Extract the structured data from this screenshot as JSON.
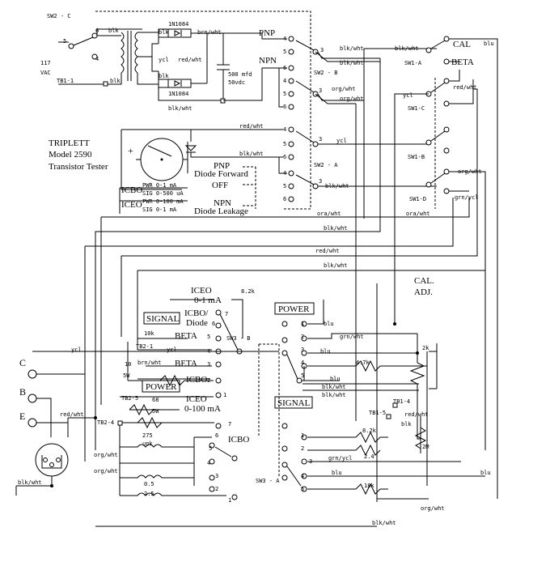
{
  "title": {
    "line1": "TRIPLETT",
    "line2": "Model 2590",
    "line3": "Transistor Tester"
  },
  "mains": {
    "volts": "117",
    "unit": "VAC",
    "switch": "SW2 - C",
    "terminal": "TB1-1"
  },
  "power_supply": {
    "diode_top": "1N1084",
    "diode_bottom": "1N1084",
    "capacitor": "500 mfd",
    "cap_voltage": "50vdc",
    "out_pnp": "PNP",
    "out_npn": "NPN",
    "sw_b": "SW2 - B",
    "sw_a": "SW2 - A"
  },
  "function_panel": {
    "pnp": "PNP",
    "diode_forward": "Diode Forward",
    "off": "OFF",
    "npn": "NPN",
    "diode_leakage": "Diode Leakage",
    "icbo_range_pwr": "PWR 0-1 mA",
    "icbo_range_sig": "SIG 0-500 uA",
    "iceo_range_pwr": "PWR 0-100 mA",
    "iceo_range_sig": "SIG 0-1 mA",
    "icbo": "ICBO",
    "iceo": "ICEO"
  },
  "cal_switch": {
    "cal": "CAL",
    "beta": "BETA",
    "sw1a": "SW1-A",
    "sw1b": "SW1-B",
    "sw1c": "SW1-C",
    "sw1d": "SW1-D"
  },
  "cal_adj": {
    "line1": "CAL.",
    "line2": "ADJ."
  },
  "function_switch": {
    "iceo_small": "ICEO",
    "iceo_small_range": "0-1 mA",
    "icbo_diode": "ICBO/",
    "diode": "Diode",
    "signal": "SIGNAL",
    "beta_upper": "BETA",
    "beta_lower": "BETA",
    "power": "POWER",
    "icbo_lower": "ICBO",
    "iceo_lower": "ICEO",
    "iceo_lower_range": "0-100 mA",
    "sw3b": "SW3 - B",
    "sw3a": "SW3 - A",
    "power_box": "POWER",
    "signal_box": "SIGNAL",
    "icbo_sw": "ICBO"
  },
  "terminals": {
    "c": "C",
    "b": "B",
    "e": "E",
    "tb2_1": "TB2-1",
    "tb2_4": "TB2-4",
    "tb2_5": "TB2-5",
    "tb1_4": "TB1-4",
    "tb1_5": "TB1-5"
  },
  "components": {
    "r_8k2_top": "8.2k",
    "r_10k": "10k",
    "r_68": "68",
    "r_68_watt": "5W",
    "pot_10": "10",
    "pot_10_watt": "5W",
    "r_4k7": "4.7k",
    "pot_2k": "2k",
    "pot_2m": "2M",
    "r_275": "275",
    "r_unk": "unk",
    "r_0_5": "0.5",
    "r_2_5": "2.5",
    "r_8k2_bot": "8.2k",
    "r_2_4": "2.4",
    "r_18k": "18k"
  },
  "wire_colors": {
    "blk": "blk",
    "ycl": "ycl",
    "blk_wht": "blk/wht",
    "brn_wht": "brn/wht",
    "red_wht": "red/wht",
    "org_wht": "org/wht",
    "ora_wht": "ora/wht",
    "grn_wht": "grn/wht",
    "grn_ycl": "grn/ycl",
    "blu": "blu"
  },
  "pin_numbers": [
    "1",
    "2",
    "3",
    "4",
    "5",
    "6",
    "7"
  ]
}
